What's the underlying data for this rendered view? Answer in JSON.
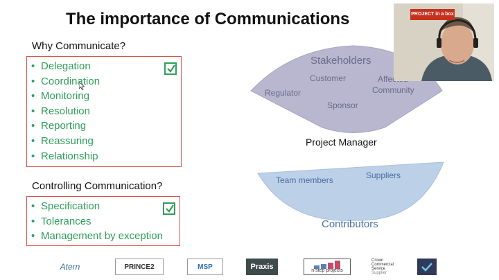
{
  "slide": {
    "title": "The importance of Communications"
  },
  "why": {
    "label": "Why Communicate?",
    "items": [
      "Delegation",
      "Coordination",
      "Monitoring",
      "Resolution",
      "Reporting",
      "Reassuring",
      "Relationship"
    ]
  },
  "controlling": {
    "label": "Controlling Communication?",
    "items": [
      "Specification",
      "Tolerances",
      "Management by exception"
    ]
  },
  "diagram": {
    "top_title": "Stakeholders",
    "top_items": {
      "customer": "Customer",
      "affected_line1": "Affected",
      "affected_line2": "Community",
      "regulator": "Regulator",
      "sponsor": "Sponsor"
    },
    "middle": "Project Manager",
    "bottom_title": "Contributors",
    "bottom_items": {
      "team": "Team members",
      "suppliers": "Suppliers"
    }
  },
  "webcam": {
    "sign": "PROJECT in a box"
  },
  "logos": {
    "atern": "Atern",
    "prince2": "PRINCE2",
    "msp": "MSP",
    "praxis": "Praxis",
    "nstep": "n step projects",
    "crown_line1": "Crown",
    "crown_line2": "Commercial",
    "crown_line3": "Service",
    "crown_line4": "Supplier"
  },
  "colors": {
    "accent_green": "#2e9e5a",
    "box_border": "#d9534f",
    "diagram_fill": "#b9b7cf",
    "diagram_bottom_fill": "#bcd0e8"
  }
}
